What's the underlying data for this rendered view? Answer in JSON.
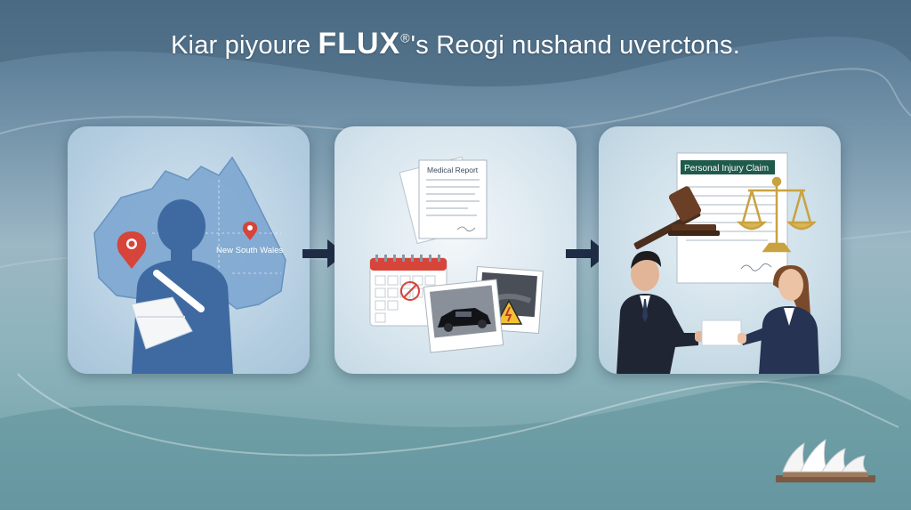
{
  "title": {
    "prefix": "Kiar piyoure ",
    "brand": "FLUX",
    "brand_mark": "®",
    "suffix": "'s Reogi nushand uvercton",
    "end": "s."
  },
  "panels": [
    {
      "id": "location-injury",
      "map_label": "New South Wales"
    },
    {
      "id": "evidence",
      "document_title": "Medical Report"
    },
    {
      "id": "claim-handover",
      "document_title": "Personal Injury Claim"
    }
  ],
  "icons": {
    "location_pin": "map-pin-icon",
    "arrow": "arrow-right-icon",
    "gavel": "gavel-icon",
    "scales": "scales-of-justice-icon",
    "warning": "warning-icon",
    "calendar": "calendar-icon"
  },
  "colors": {
    "pin_red": "#d6443a",
    "arrow_navy": "#1f2c45",
    "claim_header_green": "#1f5a4a",
    "gold": "#c9a240"
  }
}
